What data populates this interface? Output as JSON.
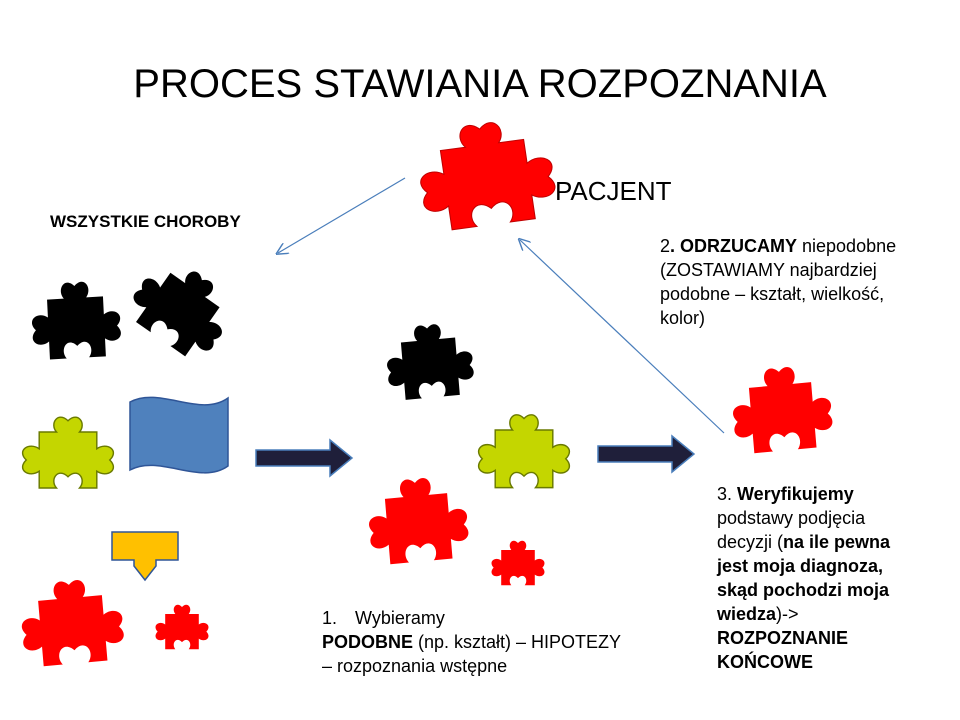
{
  "title": "PROCES STAWIANIA ROZPOZNANIA",
  "labels": {
    "patient": "PACJENT",
    "all_diseases": "WSZYSTKIE CHOROBY"
  },
  "step1": {
    "number": "1.",
    "word": "Wybieramy",
    "bold": "PODOBNE",
    "rest": " (np. kształt) – HIPOTEZY",
    "line3": "– rozpoznania wstępne"
  },
  "step2": {
    "prefix": "2",
    "bold": ". ODRZUCAMY",
    "rest": " niepodobne",
    "line2": "(ZOSTAWIAMY najbardziej",
    "line3": "podobne – kształt, wielkość,",
    "line4": "kolor)"
  },
  "step3": {
    "number": "3. ",
    "bold1": "Weryfikujemy",
    "line2": "podstawy podjęcia",
    "line3_pre": "decyzji (",
    "line3_bold": "na ile pewna",
    "line4": "jest moja diagnoza,",
    "line5": "skąd pochodzi moja",
    "line6_bold": "wiedza",
    "line6_rest": ")->",
    "line7": "ROZPOZNANIE",
    "line8": "KOŃCOWE"
  },
  "colors": {
    "red": "#ff0000",
    "black": "#000000",
    "lime": "#c4d600",
    "blue": "#4f81bd",
    "orange": "#ffc000",
    "arrow_line": "#4a7ebb",
    "big_arrow_fill": "#1f1f3a"
  }
}
